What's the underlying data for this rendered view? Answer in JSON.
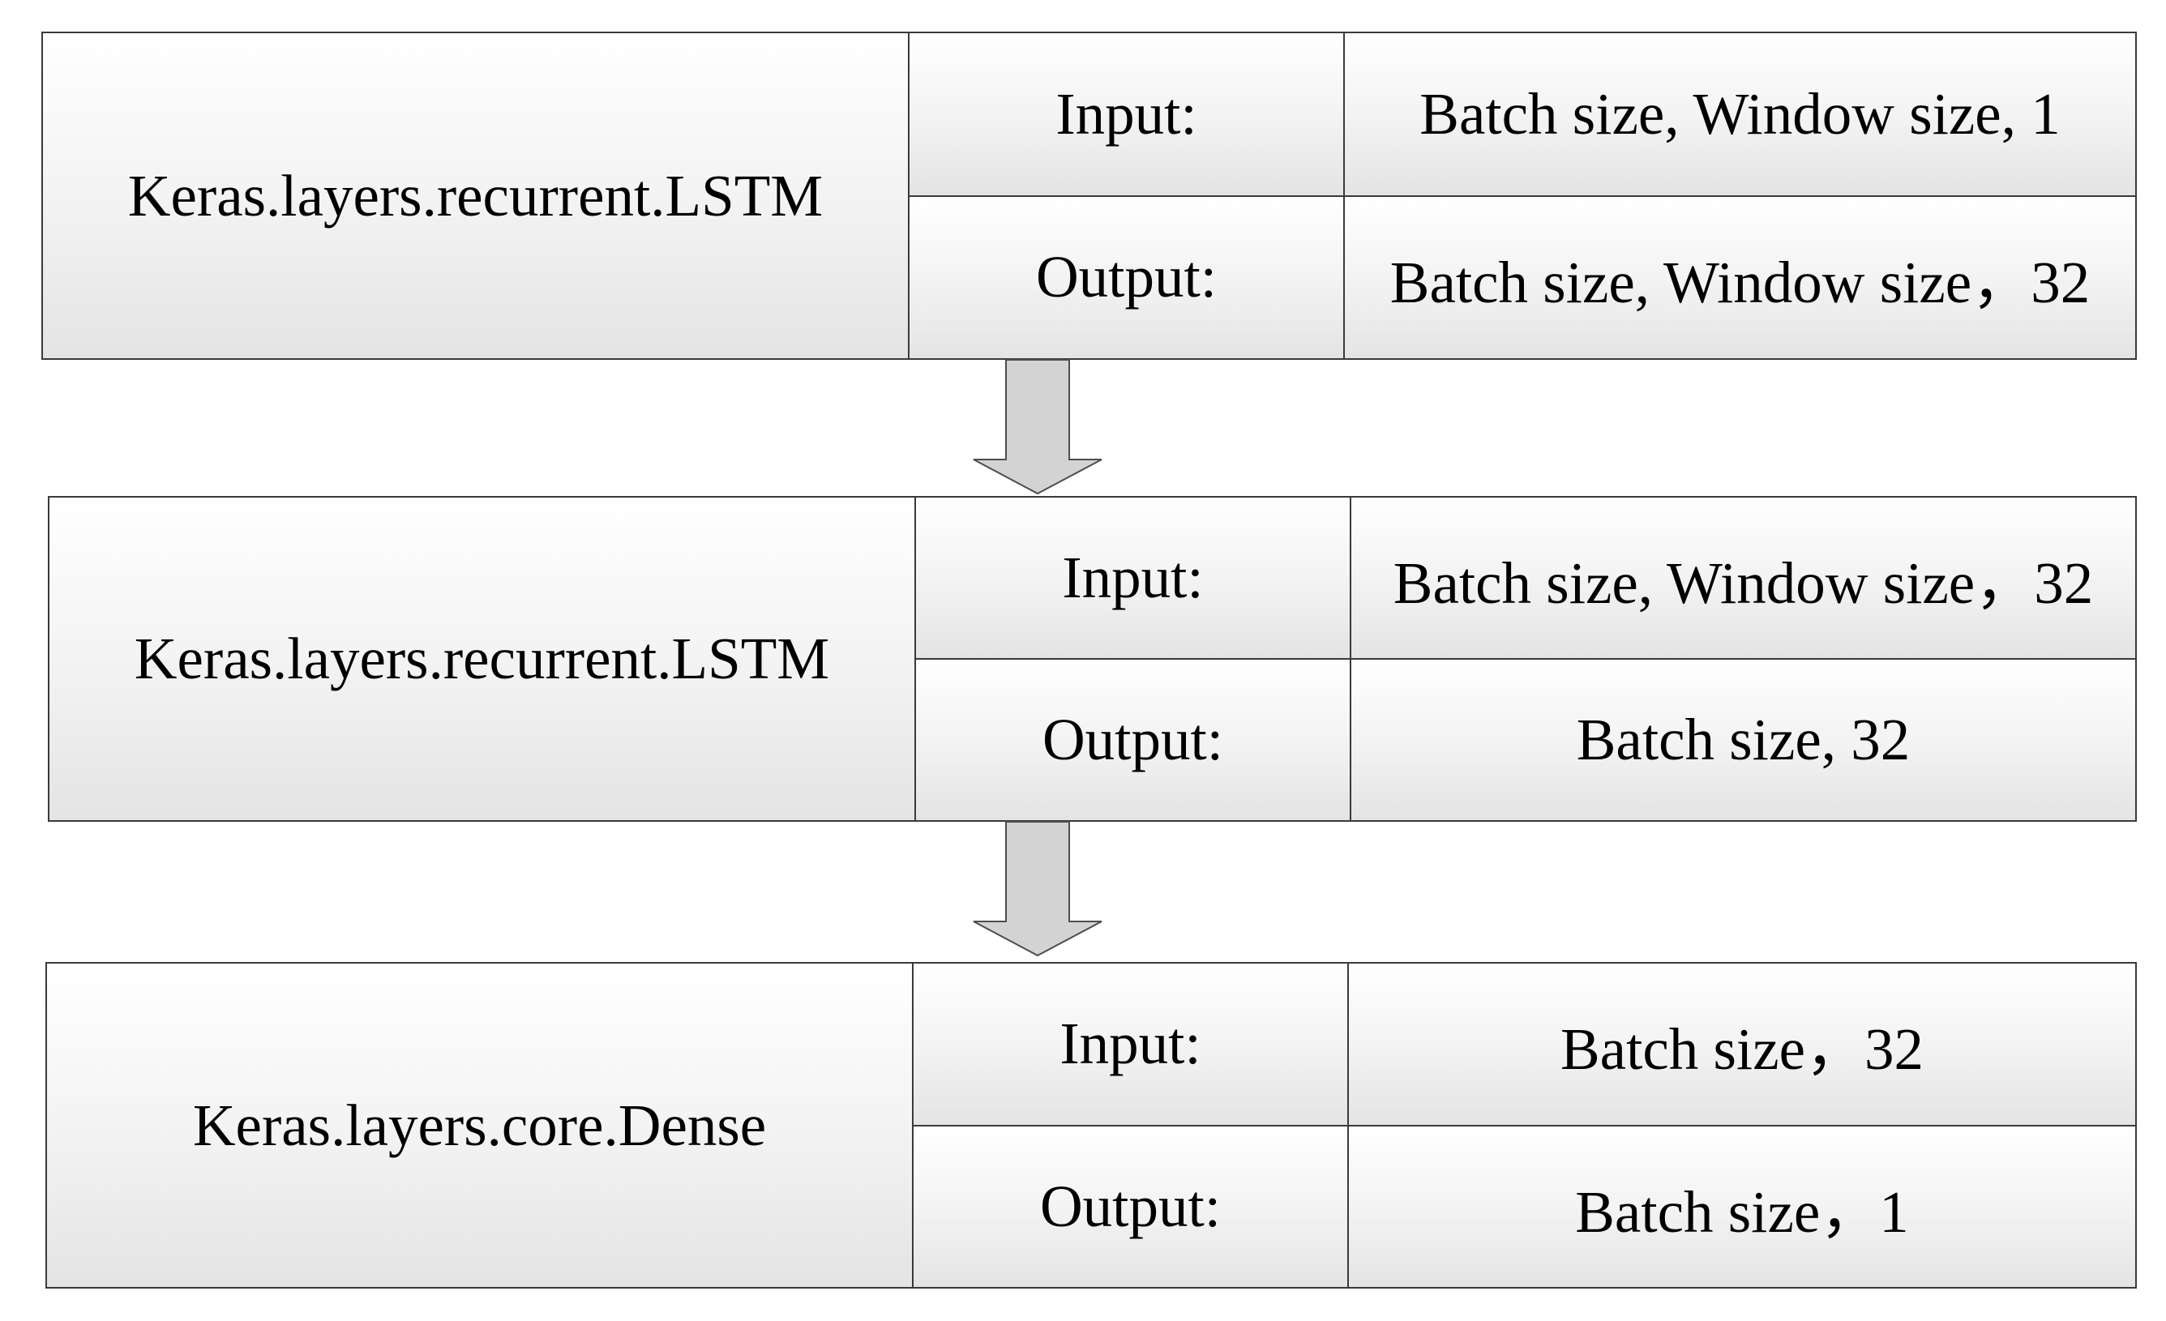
{
  "layers": [
    {
      "name": "Keras.layers.recurrent.LSTM",
      "input_label": "Input:",
      "input_value": "Batch size, Window size, 1",
      "output_label": "Output:",
      "output_value": "Batch size, Window size，32"
    },
    {
      "name": "Keras.layers.recurrent.LSTM",
      "input_label": "Input:",
      "input_value": "Batch size, Window size，32",
      "output_label": "Output:",
      "output_value": "Batch size, 32"
    },
    {
      "name": "Keras.layers.core.Dense",
      "input_label": "Input:",
      "input_value": "Batch size，32",
      "output_label": "Output:",
      "output_value": "Batch size，1"
    }
  ],
  "colors": {
    "border": "#3a3a3a",
    "cell_gradient_top": "#ffffff",
    "cell_gradient_bottom": "#e4e4e4",
    "arrow_fill": "#d3d3d3",
    "arrow_stroke": "#4d4d4d"
  }
}
